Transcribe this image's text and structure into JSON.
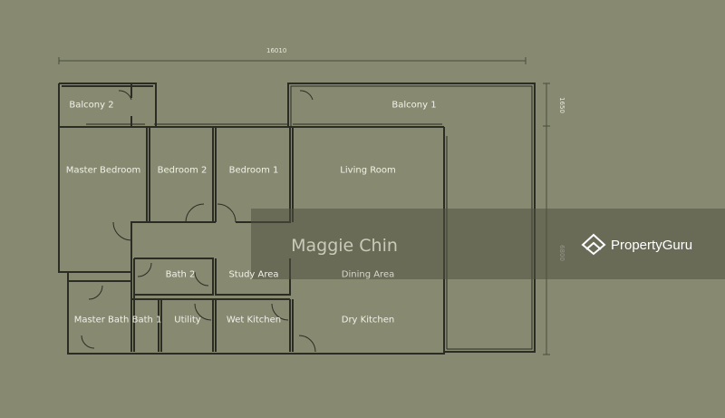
{
  "plan": {
    "rooms": {
      "balcony_2": "Balcony 2",
      "balcony_1": "Balcony 1",
      "master_bedroom": "Master Bedroom",
      "bedroom_2": "Bedroom 2",
      "bedroom_1": "Bedroom 1",
      "living_room": "Living Room",
      "bath_2": "Bath 2",
      "study_area": "Study Area",
      "dining_area": "Dining Area",
      "master_bath": "Master Bath",
      "bath_1": "Bath 1",
      "utility": "Utility",
      "wet_kitchen": "Wet Kitchen",
      "dry_kitchen": "Dry Kitchen"
    },
    "dimensions": {
      "width": "16010",
      "balcony_depth": "1650",
      "depth": "6800"
    }
  },
  "watermark": {
    "agent_name": "Maggie Chin",
    "brand": "PropertyGuru"
  },
  "colors": {
    "background": "#878a70",
    "wall": "#2b2c24",
    "label": "#f2f2ea"
  }
}
